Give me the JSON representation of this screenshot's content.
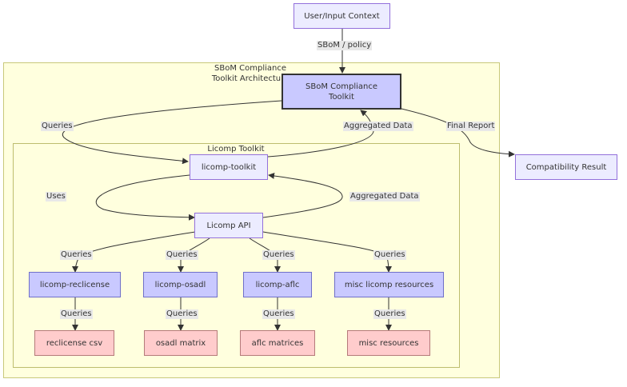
{
  "clusters": {
    "outer_title_line1": "SBoM Compliance",
    "outer_title_line2": "Toolkit Architecture",
    "inner_title": "Licomp Toolkit"
  },
  "nodes": {
    "user_input": "User/Input Context",
    "sbom_toolkit_line1": "SBoM Compliance",
    "sbom_toolkit_line2": "Toolkit",
    "compat_result": "Compatibility Result",
    "licomp_toolkit": "licomp-toolkit",
    "licomp_api": "Licomp API",
    "reclicense": "licomp-reclicense",
    "osadl": "licomp-osadl",
    "aflc": "licomp-aflc",
    "misc": "misc licomp resources",
    "reclicense_csv": "reclicense csv",
    "osadl_matrix": "osadl matrix",
    "aflc_matrices": "aflc matrices",
    "misc_resources": "misc resources"
  },
  "edges": {
    "sbom_policy": "SBoM / policy",
    "queries_top": "Queries",
    "aggregated_top": "Aggregated Data",
    "final_report": "Final Report",
    "uses": "Uses",
    "aggregated_mid": "Aggregated Data",
    "queries_reclicense": "Queries",
    "queries_osadl": "Queries",
    "queries_aflc": "Queries",
    "queries_misc": "Queries",
    "queries_reclicense_csv": "Queries",
    "queries_osadl_matrix": "Queries",
    "queries_aflc_matrices": "Queries",
    "queries_misc_resources": "Queries"
  }
}
